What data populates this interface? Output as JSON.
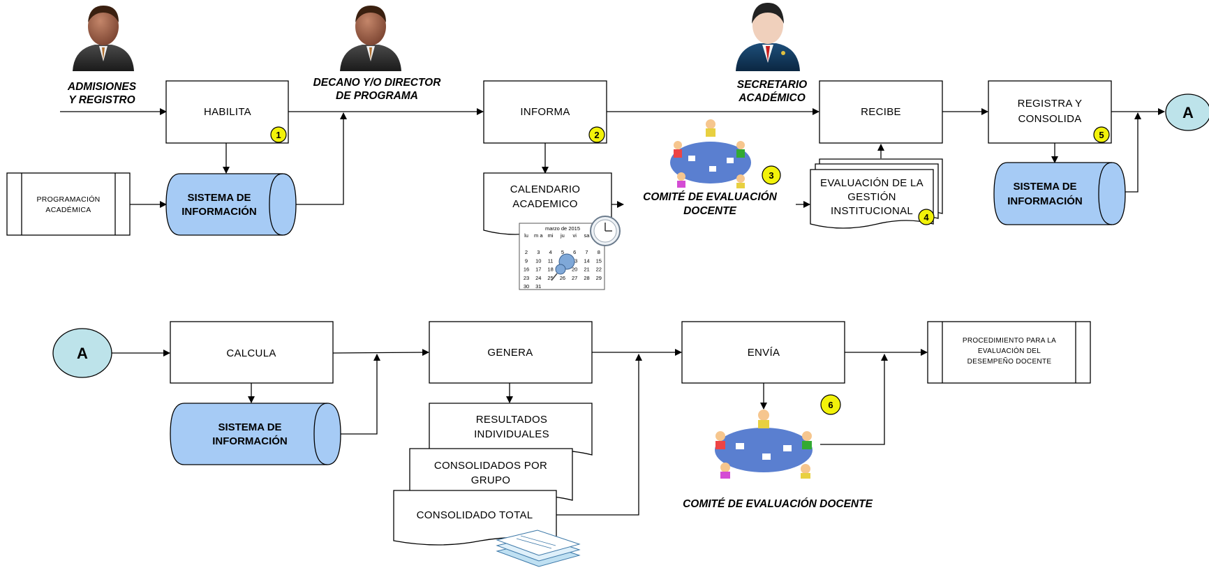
{
  "actors": {
    "admisiones": [
      "ADMISIONES",
      "Y REGISTRO"
    ],
    "decano": [
      "DECANO Y/O DIRECTOR",
      "DE PROGRAMA"
    ],
    "secretario": [
      "SECRETARIO",
      "ACADÉMICO"
    ]
  },
  "process": {
    "habilita": "HABILITA",
    "informa": "INFORMA",
    "recibe": "RECIBE",
    "registra": [
      "REGISTRA Y",
      "CONSOLIDA"
    ],
    "calcula": "CALCULA",
    "genera": "GENERA",
    "envia": "ENVÍA"
  },
  "subprocess": {
    "programacion": [
      "PROGRAMACIÓN",
      "ACADÉMICA"
    ],
    "procedimiento": [
      "PROCEDIMIENTO PARA LA",
      "EVALUACIÓN DEL",
      "DESEMPEÑO DOCENTE"
    ]
  },
  "database": {
    "label": [
      "SISTEMA DE",
      "INFORMACIÓN"
    ]
  },
  "documents": {
    "calendario": [
      "CALENDARIO",
      "ACADEMICO"
    ],
    "evaluacion": [
      "EVALUACIÓN DE LA",
      "GESTIÓN",
      "INSTITUCIONAL"
    ],
    "resultados": [
      "RESULTADOS",
      "INDIVIDUALES"
    ],
    "consolidados_grupo": [
      "CONSOLIDADOS POR",
      "GRUPO"
    ],
    "consolidado_total": "CONSOLIDADO TOTAL"
  },
  "committee": [
    "COMITÉ DE EVALUACIÓN",
    "DOCENTE"
  ],
  "committee_single": "COMITÉ DE EVALUACIÓN DOCENTE",
  "connector": "A",
  "steps": [
    "1",
    "2",
    "3",
    "4",
    "5",
    "6"
  ],
  "calendar": {
    "title": "marzo de 2015",
    "days": [
      "lu",
      "m a",
      "mi",
      "ju",
      "vi",
      "sa"
    ],
    "rows": [
      [
        "2",
        "3",
        "4",
        "5",
        "6",
        "7",
        "8"
      ],
      [
        "9",
        "10",
        "11",
        "12",
        "13",
        "14",
        "15"
      ],
      [
        "16",
        "17",
        "18",
        "19",
        "20",
        "21",
        "22"
      ],
      [
        "23",
        "24",
        "25",
        "26",
        "27",
        "28",
        "29"
      ],
      [
        "30",
        "31",
        "",
        "",
        "",
        "",
        ""
      ]
    ]
  },
  "colors": {
    "database_fill": "#a6cbf5",
    "connector_fill": "#bde3ea",
    "step_badge": "#f2f20a"
  },
  "icons": [
    "person-icon",
    "executive-icon",
    "meeting-icon",
    "calendar-icon",
    "clock-icon",
    "pushpin-icon",
    "paper-stack-icon"
  ]
}
